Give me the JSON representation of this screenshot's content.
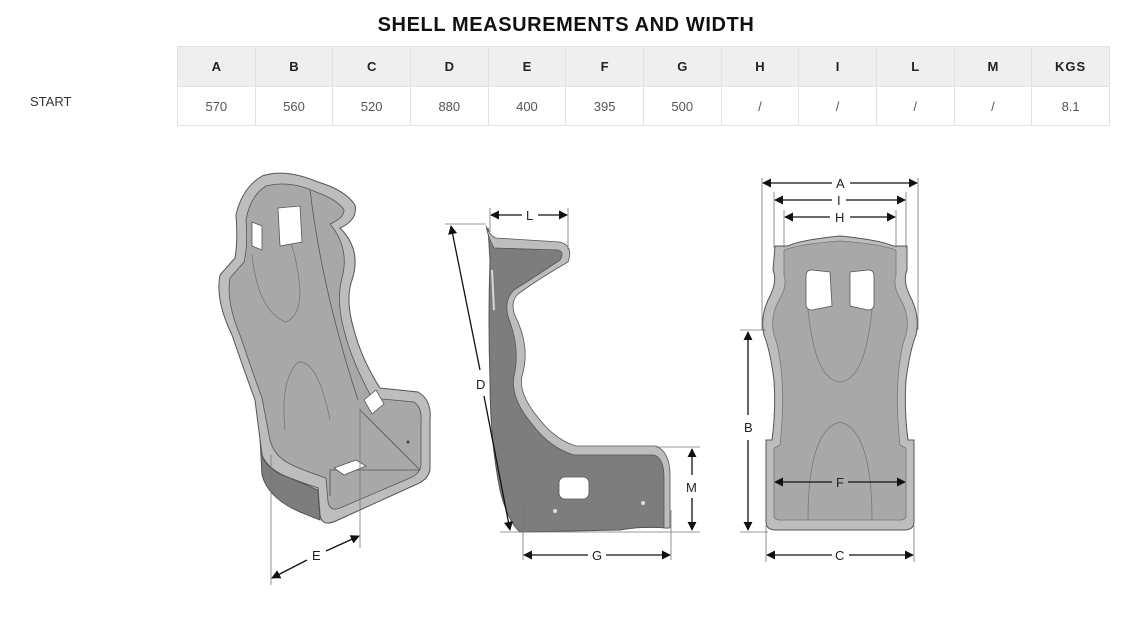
{
  "title": "SHELL MEASUREMENTS AND WIDTH",
  "table": {
    "columns": [
      "A",
      "B",
      "C",
      "D",
      "E",
      "F",
      "G",
      "H",
      "I",
      "L",
      "M",
      "KGS"
    ],
    "rows": [
      {
        "label": "START",
        "values": [
          "570",
          "560",
          "520",
          "880",
          "400",
          "395",
          "500",
          "/",
          "/",
          "/",
          "/",
          "8.1"
        ]
      }
    ]
  },
  "diagrams": {
    "perspective_view": {
      "dimension_labels": [
        "E"
      ]
    },
    "side_view": {
      "dimension_labels": [
        "L",
        "D",
        "M",
        "G"
      ]
    },
    "front_view": {
      "dimension_labels": [
        "A",
        "I",
        "H",
        "B",
        "F",
        "C"
      ]
    }
  },
  "colors": {
    "shell_fill": "#a8a8a8",
    "shell_rim": "#bdbdbd",
    "shell_dark": "#7d7d7d",
    "outline": "#555555",
    "header_bg": "#efefef",
    "border": "#e2e2e2"
  }
}
